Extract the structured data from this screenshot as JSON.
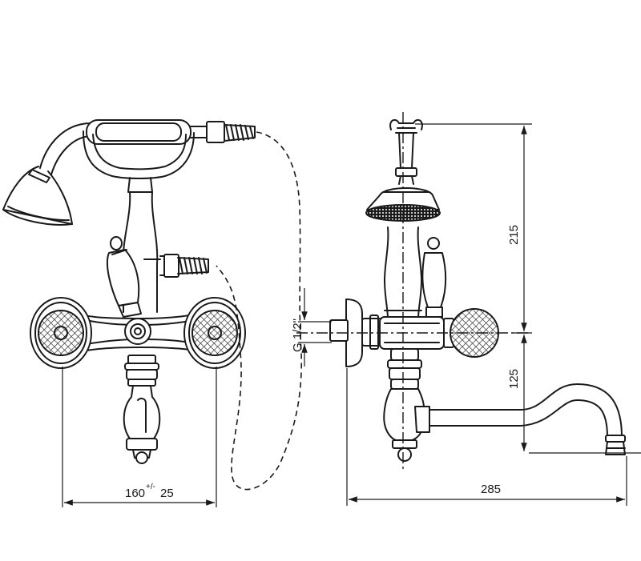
{
  "dimensions": {
    "width_label": "160",
    "width_tolerance": "+/-",
    "width_tolerance_value": "25",
    "projection_label": "285",
    "height_upper_label": "215",
    "height_lower_label": "125",
    "thread_label": "G 1/2\""
  }
}
